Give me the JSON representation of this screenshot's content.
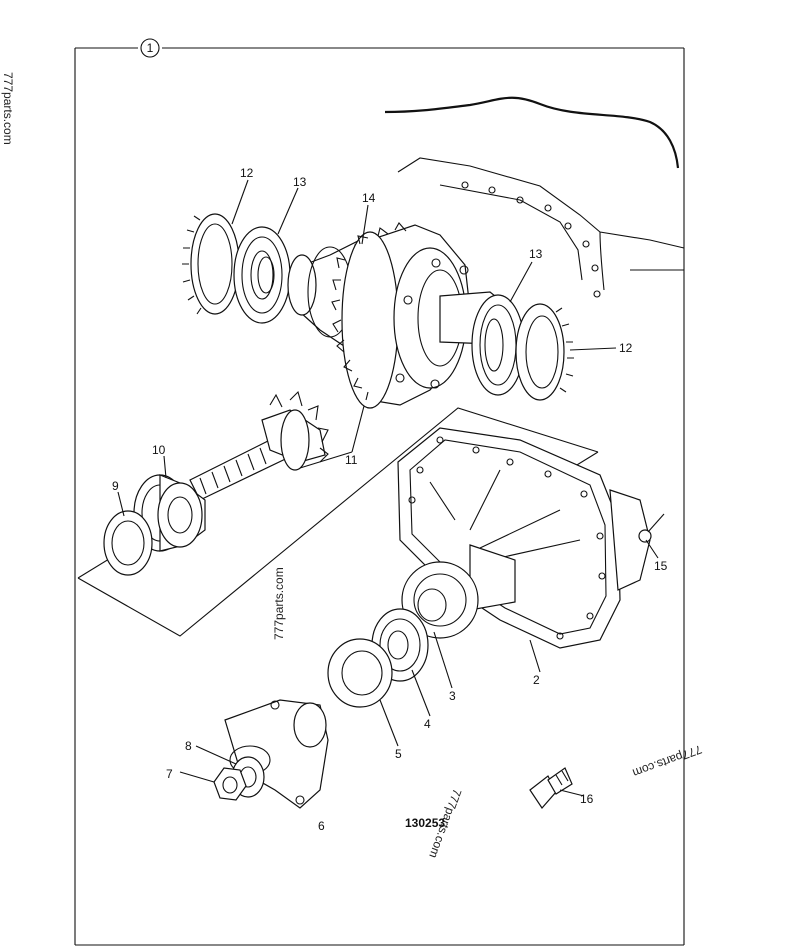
{
  "sheet": {
    "number": "1",
    "figure_code": "130253"
  },
  "watermarks": [
    "777parts.com",
    "777parts.com",
    "777parts.com",
    "777parts.com"
  ],
  "callouts": [
    "2",
    "3",
    "4",
    "5",
    "6",
    "7",
    "8",
    "9",
    "10",
    "11",
    "12",
    "12",
    "13",
    "13",
    "14",
    "15",
    "16"
  ]
}
